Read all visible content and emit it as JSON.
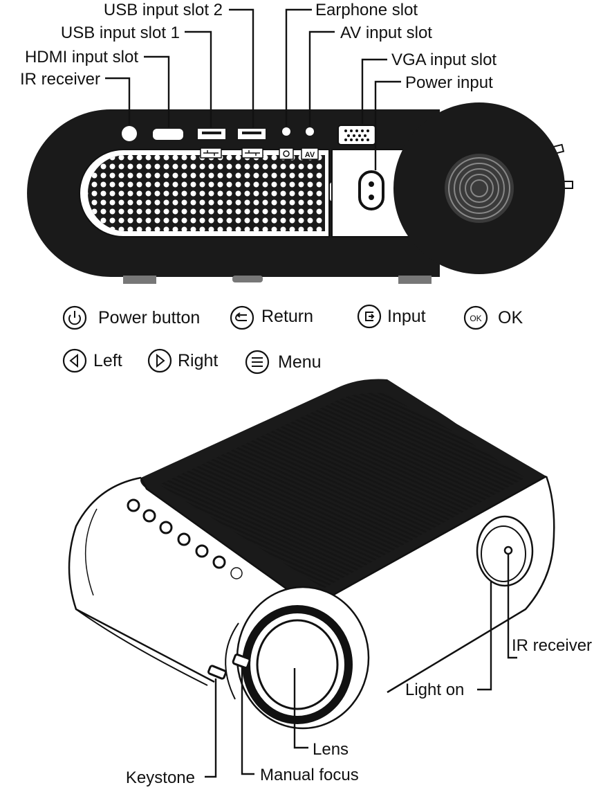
{
  "back_view": {
    "labels": {
      "usb2": "USB input slot 2",
      "usb1": "USB input slot 1",
      "hdmi": "HDMI input slot",
      "ir": "IR receiver",
      "earphone": "Earphone slot",
      "av": "AV input slot",
      "vga": "VGA input slot",
      "power_input": "Power input"
    },
    "port_marks": {
      "av_mark": "AV"
    }
  },
  "buttons_legend": {
    "power": "Power button",
    "return": "Return",
    "input": "Input",
    "ok": "OK",
    "ok_icon": "OK",
    "left": "Left",
    "right": "Right",
    "menu": "Menu"
  },
  "front_view": {
    "labels": {
      "ir": "IR receiver",
      "light": "Light on",
      "lens": "Lens",
      "keystone": "Keystone",
      "focus": "Manual focus"
    }
  },
  "colors": {
    "line": "#111111",
    "body": "#1a1a1a",
    "background": "#ffffff"
  }
}
